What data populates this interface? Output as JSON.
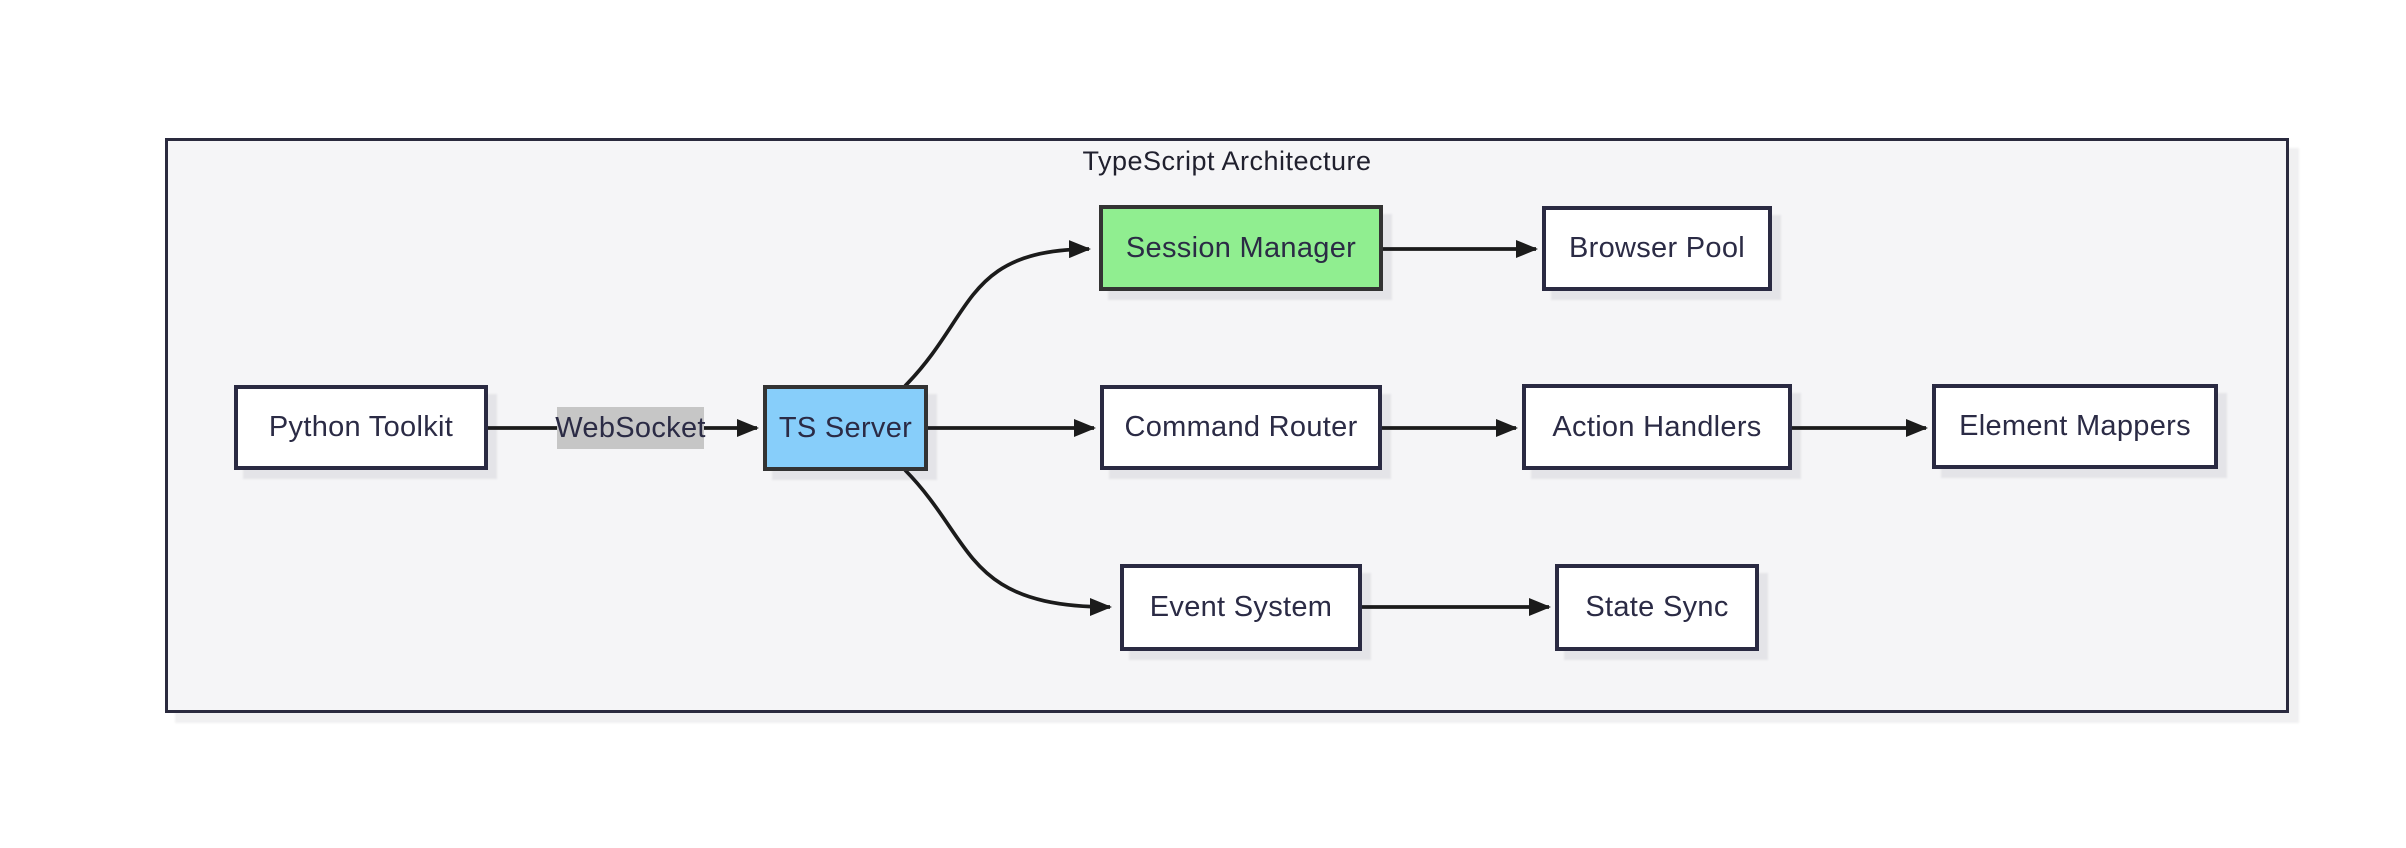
{
  "title": "TypeScript Architecture",
  "colors": {
    "container_fill": "#f5f5f7",
    "container_border": "#2a2a3e",
    "default_node_fill": "#ffffff",
    "default_node_stroke": "#2a2a42",
    "highlight_green": "#90EE90",
    "highlight_blue": "#87CEFA",
    "highlight_stroke": "#333333",
    "edge": "#1b1b1b",
    "edge_label_bg": "#c6c6c6",
    "text": "#2b2b45"
  },
  "nodes": [
    {
      "id": "python-toolkit",
      "label": "Python Toolkit",
      "fill": "#ffffff",
      "stroke": "#2a2a42"
    },
    {
      "id": "ts-server",
      "label": "TS Server",
      "fill": "#87CEFA",
      "stroke": "#333333"
    },
    {
      "id": "session-manager",
      "label": "Session Manager",
      "fill": "#90EE90",
      "stroke": "#333333"
    },
    {
      "id": "browser-pool",
      "label": "Browser Pool",
      "fill": "#ffffff",
      "stroke": "#2a2a42"
    },
    {
      "id": "command-router",
      "label": "Command Router",
      "fill": "#ffffff",
      "stroke": "#2a2a42"
    },
    {
      "id": "action-handlers",
      "label": "Action Handlers",
      "fill": "#ffffff",
      "stroke": "#2a2a42"
    },
    {
      "id": "element-mappers",
      "label": "Element Mappers",
      "fill": "#ffffff",
      "stroke": "#2a2a42"
    },
    {
      "id": "event-system",
      "label": "Event System",
      "fill": "#ffffff",
      "stroke": "#2a2a42"
    },
    {
      "id": "state-sync",
      "label": "State Sync",
      "fill": "#ffffff",
      "stroke": "#2a2a42"
    }
  ],
  "edges": [
    {
      "from": "Python Toolkit",
      "to": "TS Server",
      "label": "WebSocket"
    },
    {
      "from": "TS Server",
      "to": "Session Manager",
      "label": ""
    },
    {
      "from": "TS Server",
      "to": "Command Router",
      "label": ""
    },
    {
      "from": "TS Server",
      "to": "Event System",
      "label": ""
    },
    {
      "from": "Session Manager",
      "to": "Browser Pool",
      "label": ""
    },
    {
      "from": "Command Router",
      "to": "Action Handlers",
      "label": ""
    },
    {
      "from": "Action Handlers",
      "to": "Element Mappers",
      "label": ""
    },
    {
      "from": "Event System",
      "to": "State Sync",
      "label": ""
    }
  ]
}
